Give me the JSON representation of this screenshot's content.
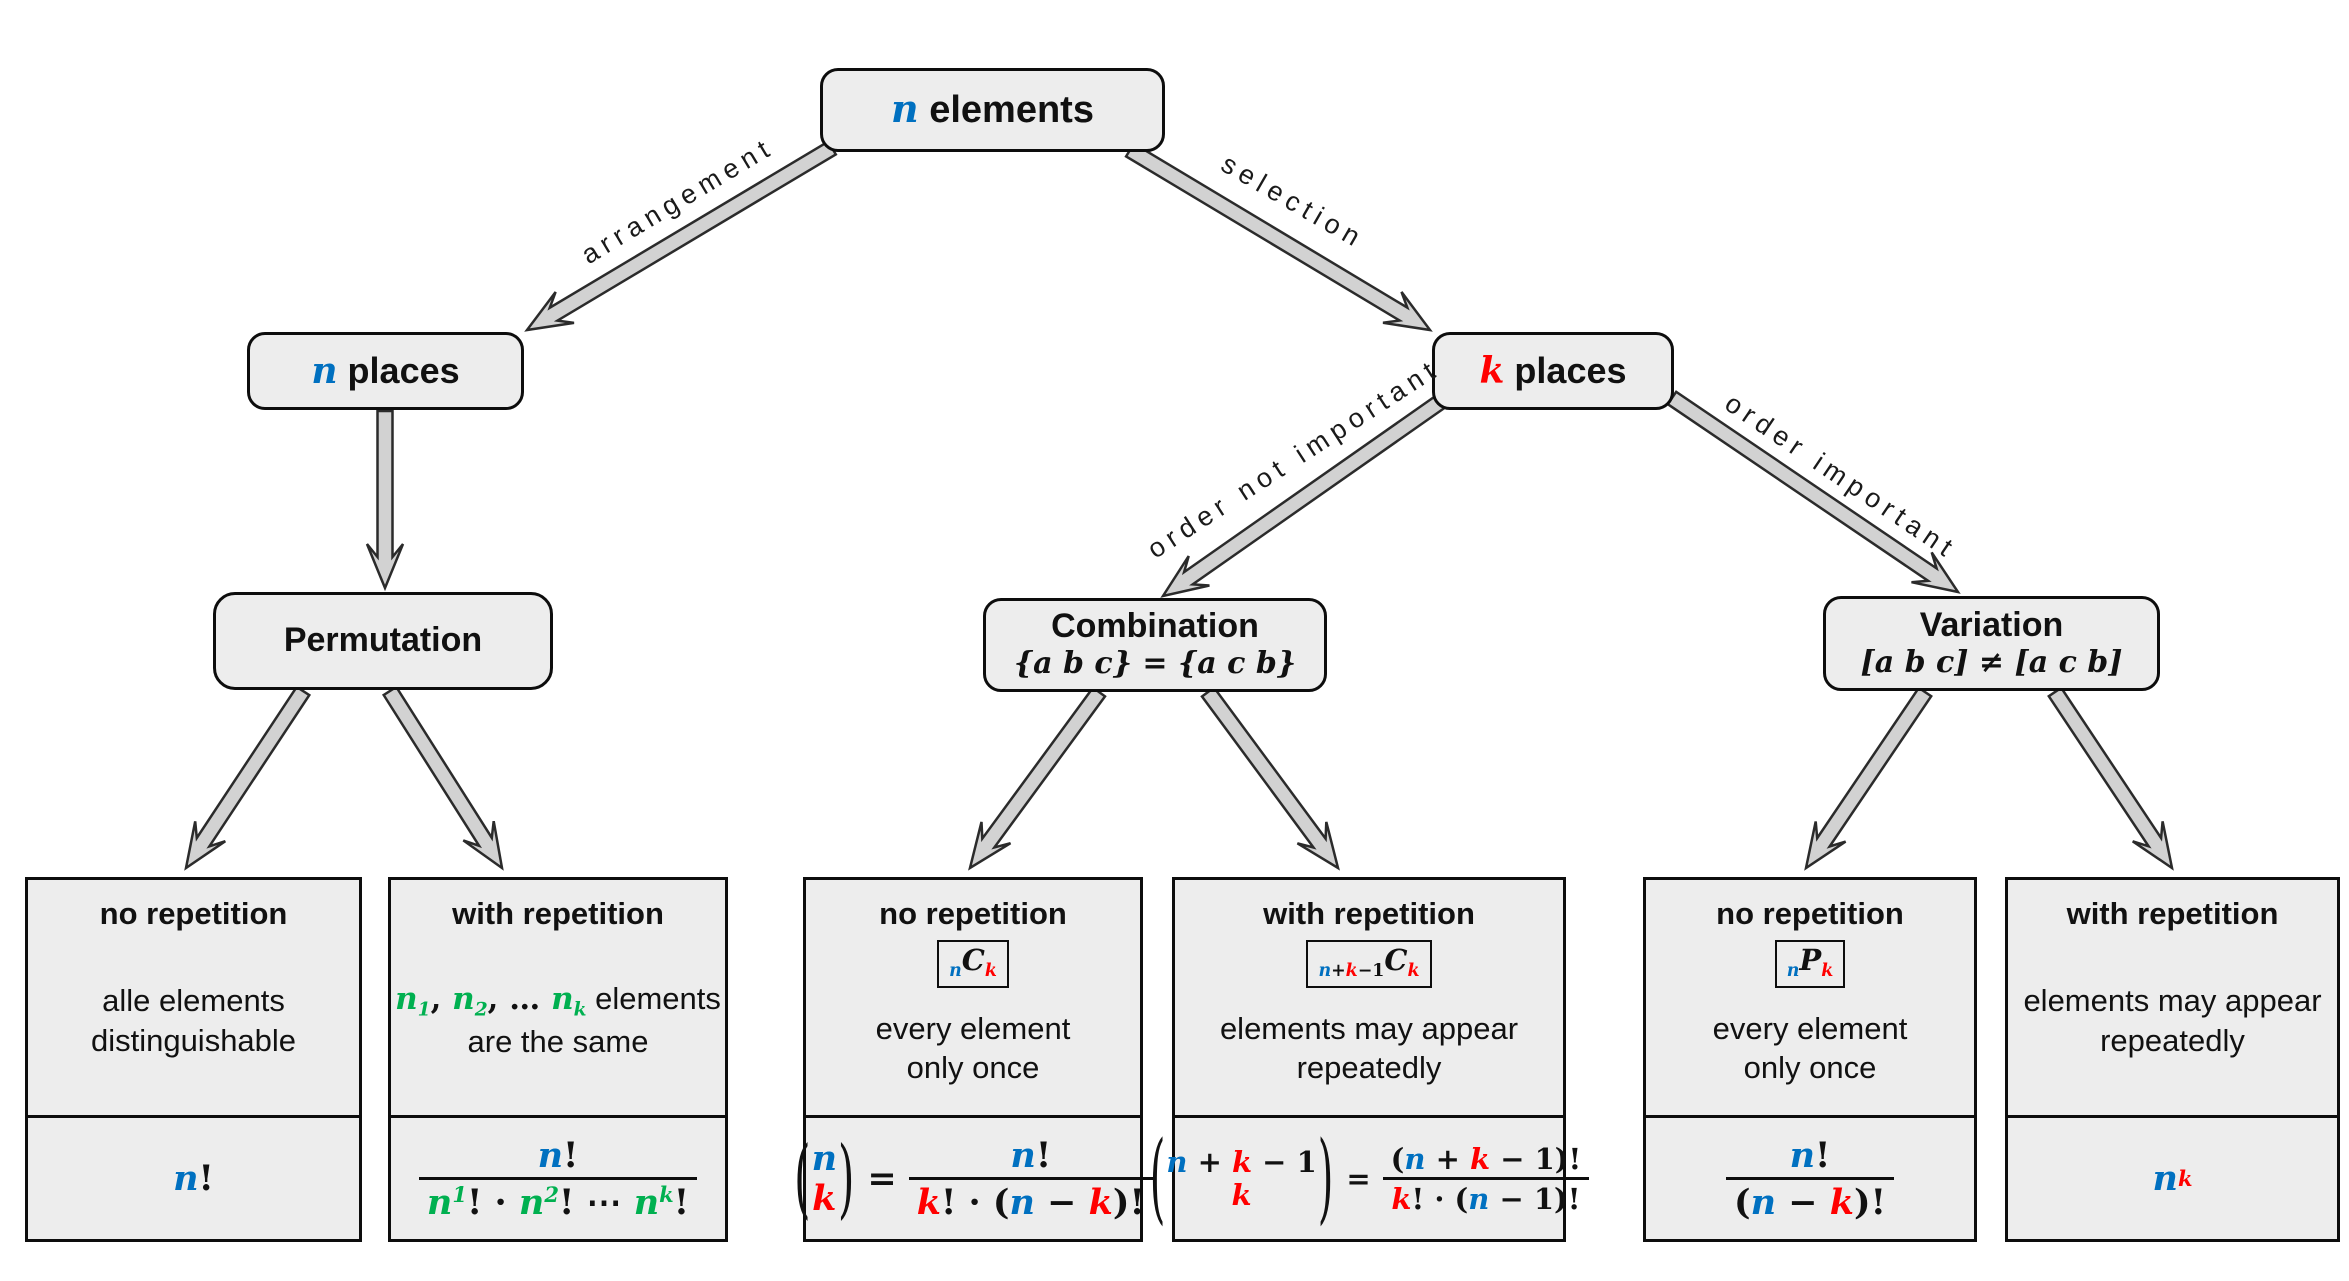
{
  "palette": {
    "accent_blue": "#0070C0",
    "accent_red": "#FF0000",
    "accent_green": "#00B050",
    "box_fill": "#ededed",
    "box_border": "#0d0d0d",
    "arrow_fill": "#d2d2d2"
  },
  "nodes": {
    "root": {
      "label": [
        {
          "t": "n",
          "c": "vb"
        },
        {
          "t": " elements",
          "c": "bt"
        }
      ]
    },
    "n_places": {
      "label": [
        {
          "t": "n",
          "c": "vb"
        },
        {
          "t": " places",
          "c": "bt"
        }
      ]
    },
    "k_places": {
      "label": [
        {
          "t": "k",
          "c": "vr"
        },
        {
          "t": " places",
          "c": "bt"
        }
      ]
    },
    "permutation": {
      "title": [
        {
          "t": "Permutation",
          "c": "bt"
        }
      ]
    },
    "combination": {
      "title": [
        {
          "t": "Combination",
          "c": "bt"
        }
      ],
      "subtitle": [
        {
          "t": "{a b c} = {a c b}",
          "c": "mi"
        }
      ]
    },
    "variation": {
      "title": [
        {
          "t": "Variation",
          "c": "bt"
        }
      ],
      "subtitle": [
        {
          "t": "[a b c] ≠ [a c b]",
          "c": "mi"
        }
      ]
    }
  },
  "edges": {
    "arrangement": "arrangement",
    "selection": "selection",
    "order_not_important": "order not important",
    "order_important": "order important"
  },
  "leaves": [
    {
      "title": "no repetition",
      "desc1": [
        {
          "t": "alle elements",
          "c": "tx"
        }
      ],
      "desc2": [
        {
          "t": "distinguishable",
          "c": "tx"
        }
      ],
      "formula": [
        {
          "t": "n",
          "c": "vb"
        },
        {
          "t": "!",
          "c": "mk"
        }
      ]
    },
    {
      "title": "with repetition",
      "desc1": [
        {
          "t": "n",
          "c": "vg"
        },
        {
          "t": "1",
          "c": "vg sub"
        },
        {
          "t": ", ",
          "c": "mk"
        },
        {
          "t": "n",
          "c": "vg"
        },
        {
          "t": "2",
          "c": "vg sub"
        },
        {
          "t": ", … ",
          "c": "mk"
        },
        {
          "t": "n",
          "c": "vg"
        },
        {
          "t": "k",
          "c": "vg sub"
        },
        {
          "t": " elements",
          "c": "tx"
        }
      ],
      "desc2": [
        {
          "t": "are the same",
          "c": "tx"
        }
      ],
      "f_num": [
        {
          "t": "n",
          "c": "vb"
        },
        {
          "t": "!",
          "c": "mk"
        }
      ],
      "f_den": [
        {
          "t": "n",
          "c": "vg"
        },
        {
          "t": "1",
          "c": "vg sub"
        },
        {
          "t": "! · ",
          "c": "mk"
        },
        {
          "t": "n",
          "c": "vg"
        },
        {
          "t": "2",
          "c": "vg sub"
        },
        {
          "t": "! ⋯ ",
          "c": "mk"
        },
        {
          "t": "n",
          "c": "vg"
        },
        {
          "t": "k",
          "c": "vg sub"
        },
        {
          "t": "!",
          "c": "mk"
        }
      ]
    },
    {
      "title": "no repetition",
      "badge": [
        {
          "t": "n",
          "c": "vb sub"
        },
        {
          "t": "C",
          "c": "vk"
        },
        {
          "t": "k",
          "c": "vr sub"
        }
      ],
      "desc1": [
        {
          "t": "every element",
          "c": "tx"
        }
      ],
      "desc2": [
        {
          "t": "only once",
          "c": "tx"
        }
      ],
      "b_top": [
        {
          "t": "n",
          "c": "vb"
        }
      ],
      "b_bot": [
        {
          "t": "k",
          "c": "vr"
        }
      ],
      "eq": [
        {
          "t": "=",
          "c": "mk"
        }
      ],
      "f_num": [
        {
          "t": "n",
          "c": "vb"
        },
        {
          "t": "!",
          "c": "mk"
        }
      ],
      "f_den": [
        {
          "t": "k",
          "c": "vr"
        },
        {
          "t": "! · (",
          "c": "mk"
        },
        {
          "t": "n",
          "c": "vb"
        },
        {
          "t": " − ",
          "c": "mk"
        },
        {
          "t": "k",
          "c": "vr"
        },
        {
          "t": ")!",
          "c": "mk"
        }
      ]
    },
    {
      "title": "with repetition",
      "badge": [
        {
          "t": "n",
          "c": "vb sub"
        },
        {
          "t": "+",
          "c": "mk sub"
        },
        {
          "t": "k",
          "c": "vr sub"
        },
        {
          "t": "−1",
          "c": "mk sub"
        },
        {
          "t": "C",
          "c": "vk"
        },
        {
          "t": "k",
          "c": "vr sub"
        }
      ],
      "desc1": [
        {
          "t": "elements may appear",
          "c": "tx"
        }
      ],
      "desc2": [
        {
          "t": "repeatedly",
          "c": "tx"
        }
      ],
      "b_top": [
        {
          "t": "n",
          "c": "vb"
        },
        {
          "t": " + ",
          "c": "mk"
        },
        {
          "t": "k",
          "c": "vr"
        },
        {
          "t": " − 1",
          "c": "mk"
        }
      ],
      "b_bot": [
        {
          "t": "k",
          "c": "vr"
        }
      ],
      "eq": [
        {
          "t": "=",
          "c": "mk"
        }
      ],
      "f_num": [
        {
          "t": "(",
          "c": "mk"
        },
        {
          "t": "n",
          "c": "vb"
        },
        {
          "t": " + ",
          "c": "mk"
        },
        {
          "t": "k",
          "c": "vr"
        },
        {
          "t": " − 1)!",
          "c": "mk"
        }
      ],
      "f_den": [
        {
          "t": "k",
          "c": "vr"
        },
        {
          "t": "! · (",
          "c": "mk"
        },
        {
          "t": "n",
          "c": "vb"
        },
        {
          "t": " − 1)!",
          "c": "mk"
        }
      ]
    },
    {
      "title": "no repetition",
      "badge": [
        {
          "t": "n",
          "c": "vb sub"
        },
        {
          "t": "P",
          "c": "vk"
        },
        {
          "t": "k",
          "c": "vr sub"
        }
      ],
      "desc1": [
        {
          "t": "every element",
          "c": "tx"
        }
      ],
      "desc2": [
        {
          "t": "only once",
          "c": "tx"
        }
      ],
      "f_num": [
        {
          "t": "n",
          "c": "vb"
        },
        {
          "t": "!",
          "c": "mk"
        }
      ],
      "f_den": [
        {
          "t": "(",
          "c": "mk"
        },
        {
          "t": "n",
          "c": "vb"
        },
        {
          "t": " − ",
          "c": "mk"
        },
        {
          "t": "k",
          "c": "vr"
        },
        {
          "t": ")!",
          "c": "mk"
        }
      ]
    },
    {
      "title": "with repetition",
      "desc1": [
        {
          "t": "elements may appear",
          "c": "tx"
        }
      ],
      "desc2": [
        {
          "t": "repeatedly",
          "c": "tx"
        }
      ],
      "formula": [
        {
          "t": "n",
          "c": "vb"
        },
        {
          "t": "k",
          "c": "vr sup"
        }
      ]
    }
  ]
}
